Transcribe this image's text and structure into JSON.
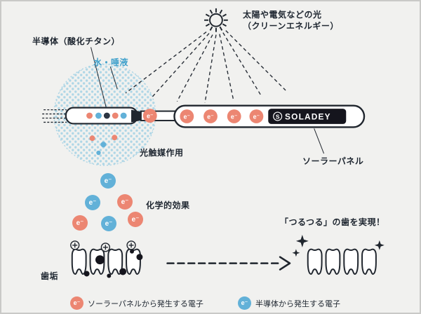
{
  "labels": {
    "light_source_line1": "太陽や電気などの光",
    "light_source_line2": "（クリーンエネルギー）",
    "semiconductor": "半導体（酸化チタン）",
    "water_saliva": "水・唾液",
    "photocatalysis": "光触媒作用",
    "solar_panel": "ソーラーパネル",
    "chemical_effect": "化学的効果",
    "plaque": "歯垢",
    "result": "「つるつる」の歯を実現！",
    "electron": "e⁻",
    "brand": "SOLADEY",
    "brand_initial": "S"
  },
  "legend": {
    "solar": {
      "label": "ソーラーパネルから発生する電子",
      "color": "#ec8672"
    },
    "semiconductor": {
      "label": "半導体から発生する電子",
      "color": "#62b1d8"
    }
  },
  "colors": {
    "electron_solar": "#ec8672",
    "electron_semiconductor": "#62b1d8",
    "water_text": "#3ea0cb",
    "outline": "#20262e",
    "panel_black": "#15151d",
    "dot_pattern": "#aed6e6"
  }
}
